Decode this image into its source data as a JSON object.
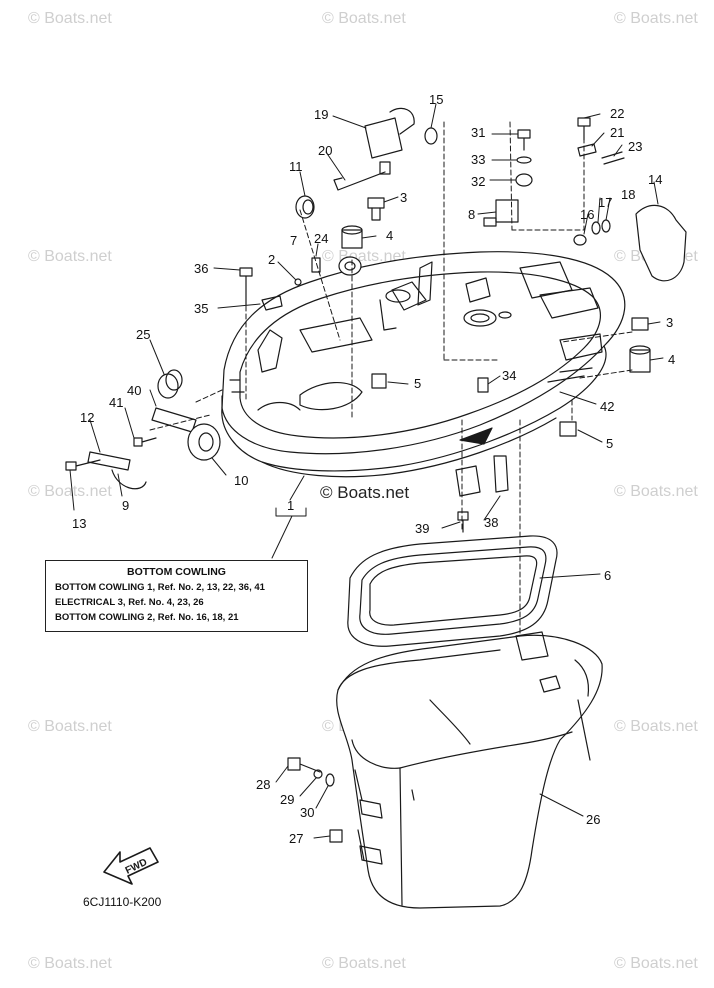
{
  "watermark_text": "© Boats.net",
  "center_watermark": "© Boats.net",
  "diagram_code": "6CJ1110-K200",
  "fwd_label": "FWD",
  "ref_box": {
    "title": "BOTTOM COWLING",
    "lines": [
      "BOTTOM COWLING 1,  Ref. No. 2, 13, 22, 36, 41",
      "ELECTRICAL 3,  Ref. No. 4, 23, 26",
      "BOTTOM COWLING 2,  Ref. No. 16, 18, 21"
    ]
  },
  "callouts": {
    "c1": "1",
    "c2": "2",
    "c3a": "3",
    "c3b": "3",
    "c4a": "4",
    "c4b": "4",
    "c5a": "5",
    "c5b": "5",
    "c6": "6",
    "c7": "7",
    "c8": "8",
    "c9": "9",
    "c10": "10",
    "c11": "11",
    "c12": "12",
    "c13": "13",
    "c14": "14",
    "c15": "15",
    "c16": "16",
    "c17": "17",
    "c18": "18",
    "c19": "19",
    "c20": "20",
    "c21": "21",
    "c22": "22",
    "c23": "23",
    "c24": "24",
    "c25": "25",
    "c26": "26",
    "c27": "27",
    "c28": "28",
    "c29": "29",
    "c30": "30",
    "c31": "31",
    "c32": "32",
    "c33": "33",
    "c34": "34",
    "c35": "35",
    "c36": "36",
    "c38": "38",
    "c39": "39",
    "c40": "40",
    "c41": "41",
    "c42": "42"
  }
}
